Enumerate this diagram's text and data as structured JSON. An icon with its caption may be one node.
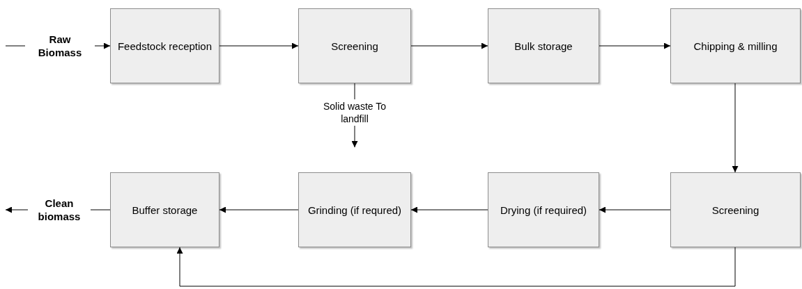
{
  "diagram": {
    "nodes": [
      {
        "text": [
          "Raw Biomass"
        ]
      },
      {
        "text": [
          "Feedstock reception"
        ]
      },
      {
        "text": [
          "Screening"
        ]
      },
      {
        "text": [
          "Bulk storage"
        ]
      },
      {
        "text": [
          "Chipping & milling"
        ]
      },
      {
        "text": [
          "Screening"
        ]
      },
      {
        "text": [
          "Drying (if required)"
        ]
      },
      {
        "text": [
          "Grinding (if requred)"
        ]
      },
      {
        "text": [
          "Buffer storage"
        ]
      },
      {
        "text": [
          "Clean biomass"
        ]
      }
    ],
    "edges": [
      {
        "from": null,
        "to": 0,
        "arrow": "none"
      },
      {
        "from": 0,
        "to": 1,
        "arrow": "to"
      },
      {
        "from": 1,
        "to": 2,
        "arrow": "to"
      },
      {
        "from": 2,
        "to": 3,
        "arrow": "to"
      },
      {
        "from": 3,
        "to": 4,
        "arrow": "to"
      },
      {
        "from": 4,
        "to": 5,
        "arrow": "to"
      },
      {
        "from": 5,
        "to": 6,
        "arrow": "to"
      },
      {
        "from": 6,
        "to": 7,
        "arrow": "to"
      },
      {
        "from": 7,
        "to": 8,
        "arrow": "to"
      },
      {
        "from": 8,
        "to": 9,
        "arrow": "none"
      },
      {
        "from": 9,
        "to": null,
        "arrow": "to"
      },
      {
        "from": 2,
        "to": null,
        "arrow": "to",
        "label": "Solid waste To landfill"
      },
      {
        "from": 5,
        "to": 8,
        "arrow": "to"
      }
    ]
  }
}
